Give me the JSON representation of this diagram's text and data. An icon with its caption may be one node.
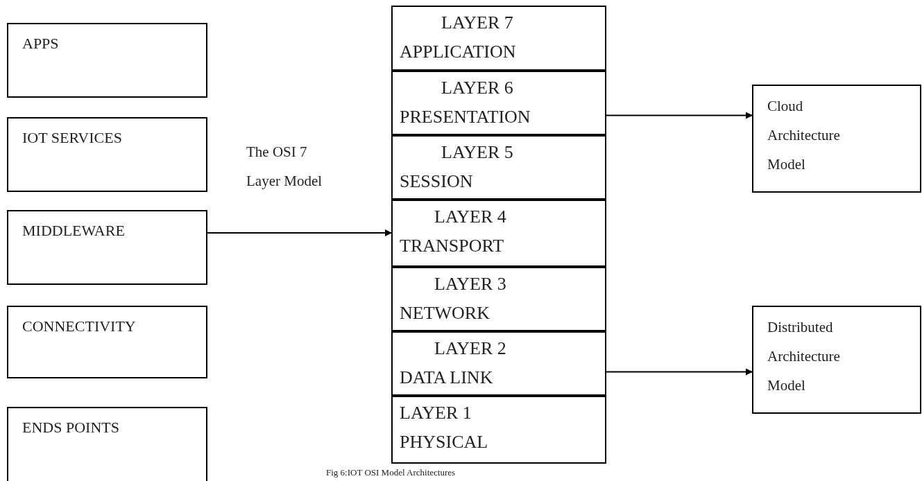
{
  "diagram": {
    "caption": "Fig 6:IOT OSI Model Architectures",
    "nodes": [
      {
        "text": [
          "APPS"
        ]
      },
      {
        "text": [
          "IOT SERVICES"
        ]
      },
      {
        "text": [
          "MIDDLEWARE"
        ]
      },
      {
        "text": [
          "CONNECTIVITY"
        ]
      },
      {
        "text": [
          "ENDS POINTS"
        ]
      },
      {
        "text": [
          "LAYER 7",
          "APPLICATION"
        ]
      },
      {
        "text": [
          "LAYER 6",
          "PRESENTATION"
        ]
      },
      {
        "text": [
          "LAYER 5",
          "SESSION"
        ]
      },
      {
        "text": [
          "LAYER 4",
          "TRANSPORT"
        ]
      },
      {
        "text": [
          "LAYER 3",
          "NETWORK"
        ]
      },
      {
        "text": [
          "LAYER 2",
          "DATA LINK"
        ]
      },
      {
        "text": [
          "LAYER 1",
          "PHYSICAL"
        ]
      },
      {
        "text": [
          "Cloud Architecture Model"
        ]
      },
      {
        "text": [
          "Distributed Architecture Model"
        ]
      }
    ],
    "edges": [
      {
        "from": 2,
        "to": 8,
        "arrow": "to",
        "label": "The OSI 7 Layer Model"
      },
      {
        "from": 6,
        "to": 12,
        "arrow": "to"
      },
      {
        "from": 10,
        "to": 13,
        "arrow": "to"
      }
    ]
  }
}
